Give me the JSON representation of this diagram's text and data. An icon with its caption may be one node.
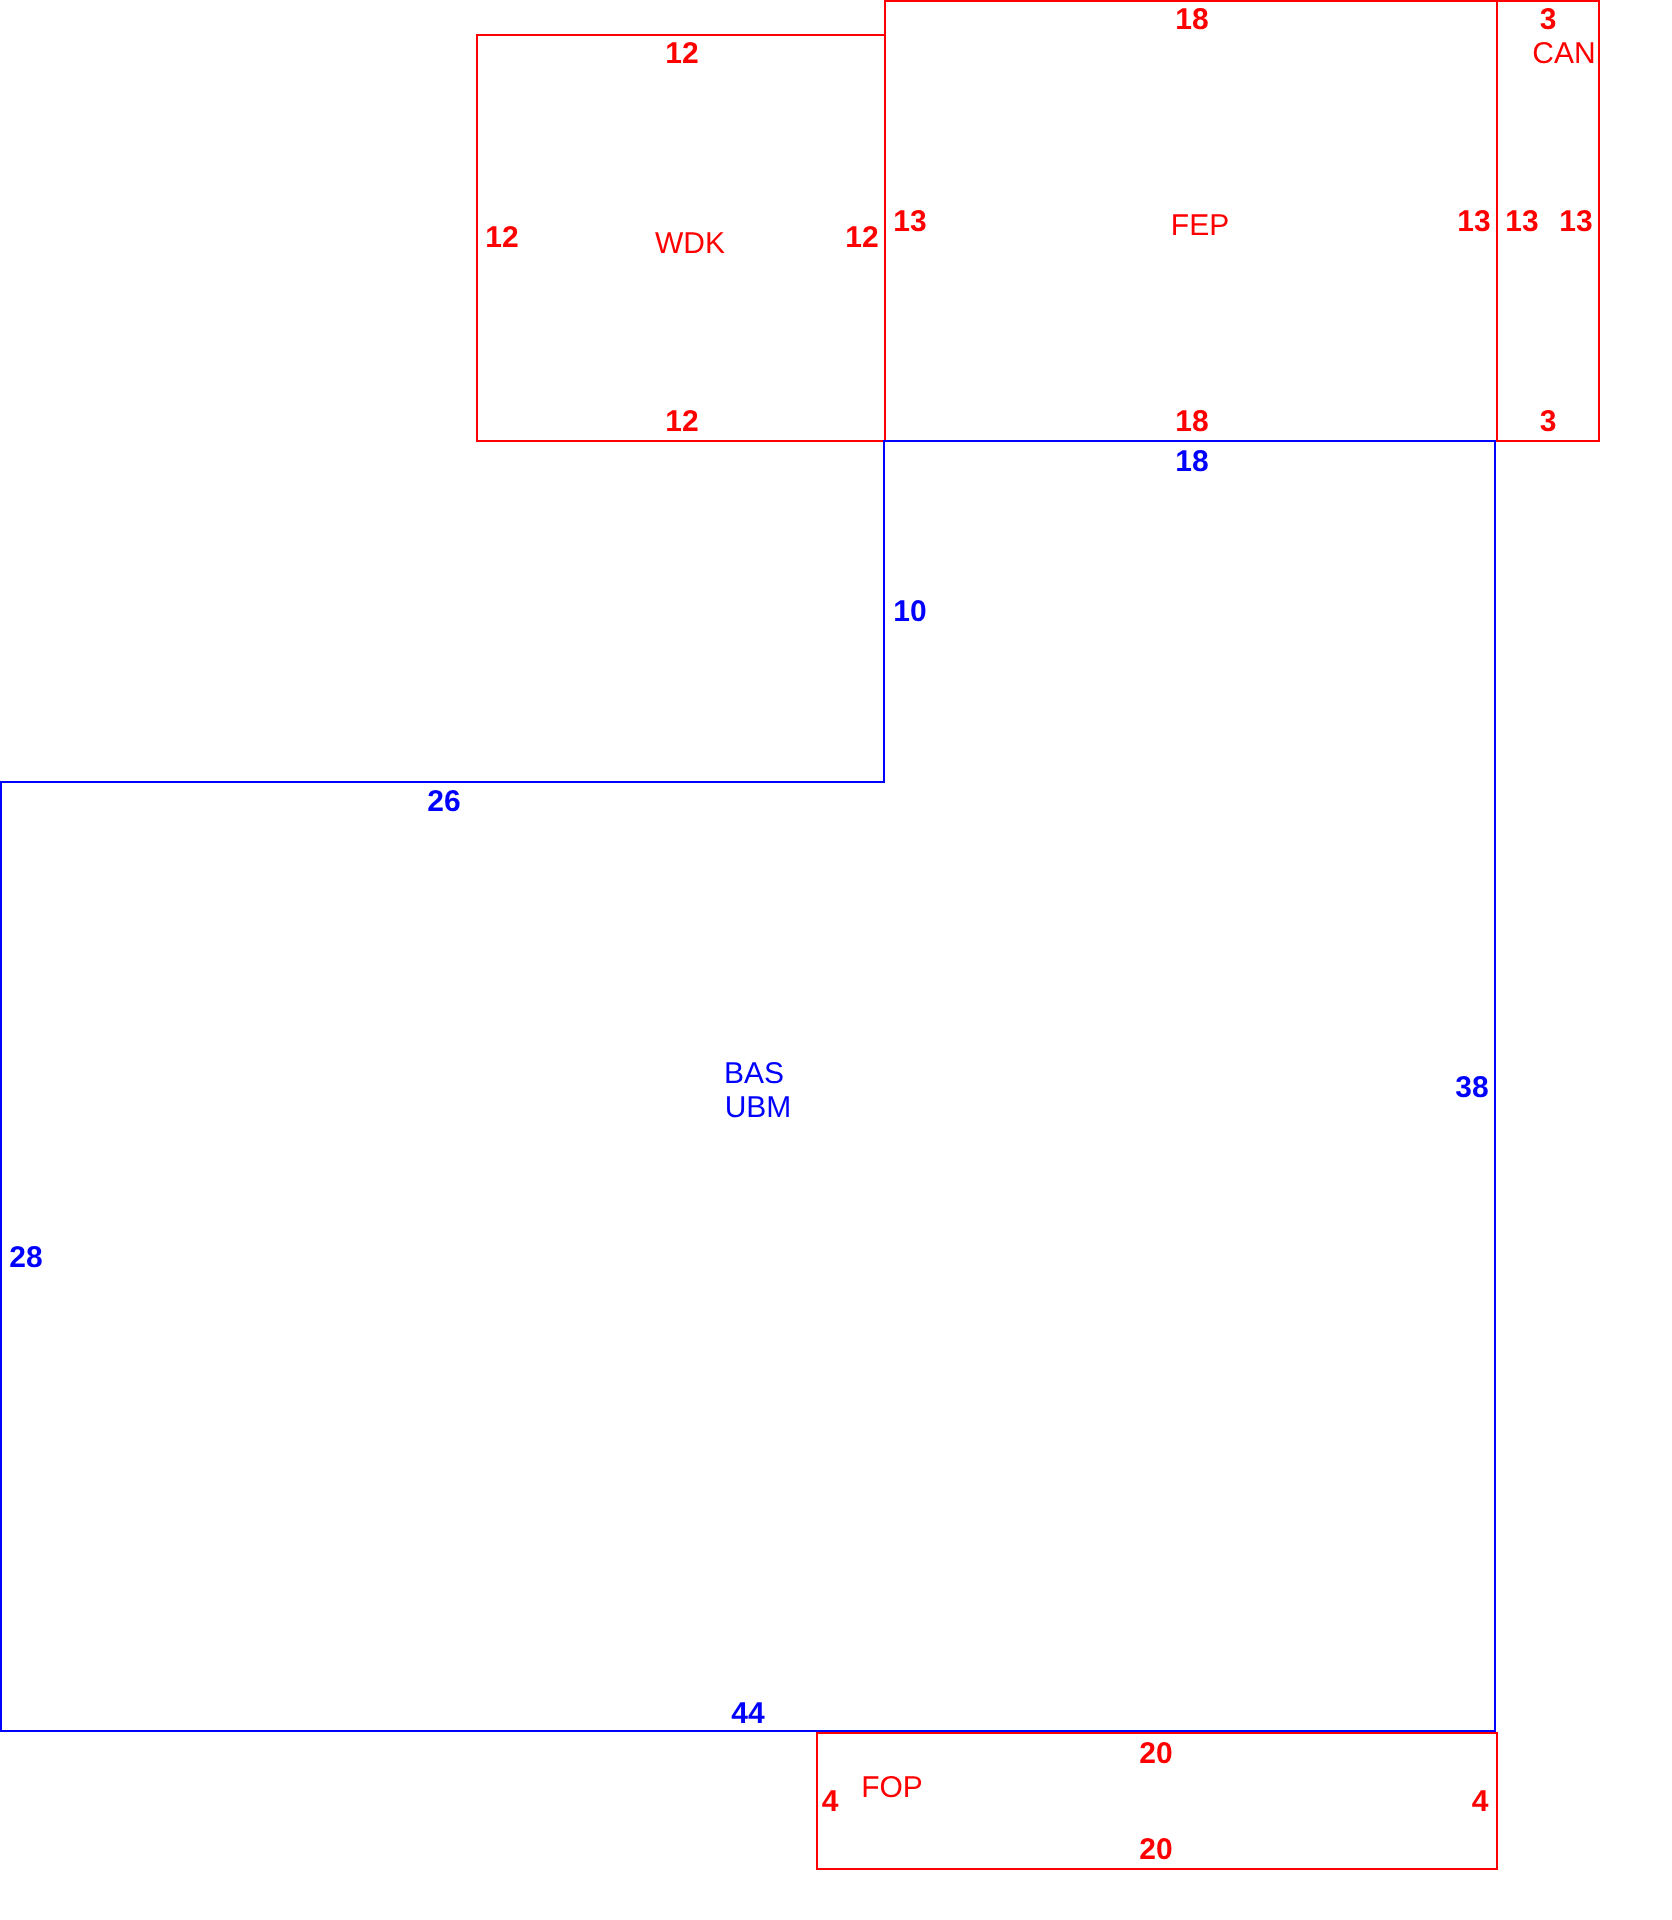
{
  "diagram": {
    "nodes": [
      {
        "text": [
          "WDK"
        ]
      },
      {
        "text": [
          "FEP"
        ]
      },
      {
        "text": [
          "CAN"
        ]
      },
      {
        "text": [
          "BAS",
          "UBM"
        ]
      },
      {
        "text": [
          "FOP"
        ]
      }
    ],
    "labels": [
      "18",
      "3",
      "12",
      "12",
      "12",
      "13",
      "13",
      "13",
      "13",
      "12",
      "18",
      "3",
      "18",
      "10",
      "26",
      "38",
      "28",
      "44",
      "20",
      "4",
      "4",
      "20"
    ]
  }
}
